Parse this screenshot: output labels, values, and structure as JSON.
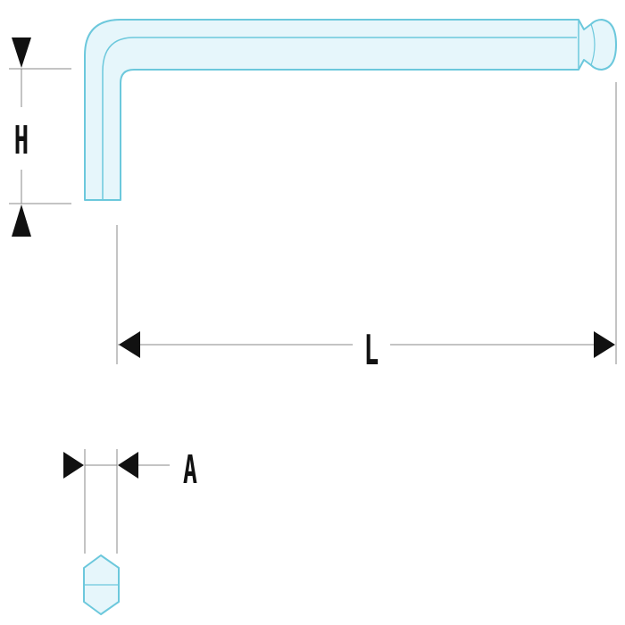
{
  "diagram": {
    "labels": {
      "height": "H",
      "length": "L",
      "across_flats": "A"
    },
    "colors": {
      "tool_fill": "#e6f6fb",
      "tool_stroke": "#6cc8dc",
      "dimension_line": "#888888",
      "arrow": "#111111"
    }
  }
}
